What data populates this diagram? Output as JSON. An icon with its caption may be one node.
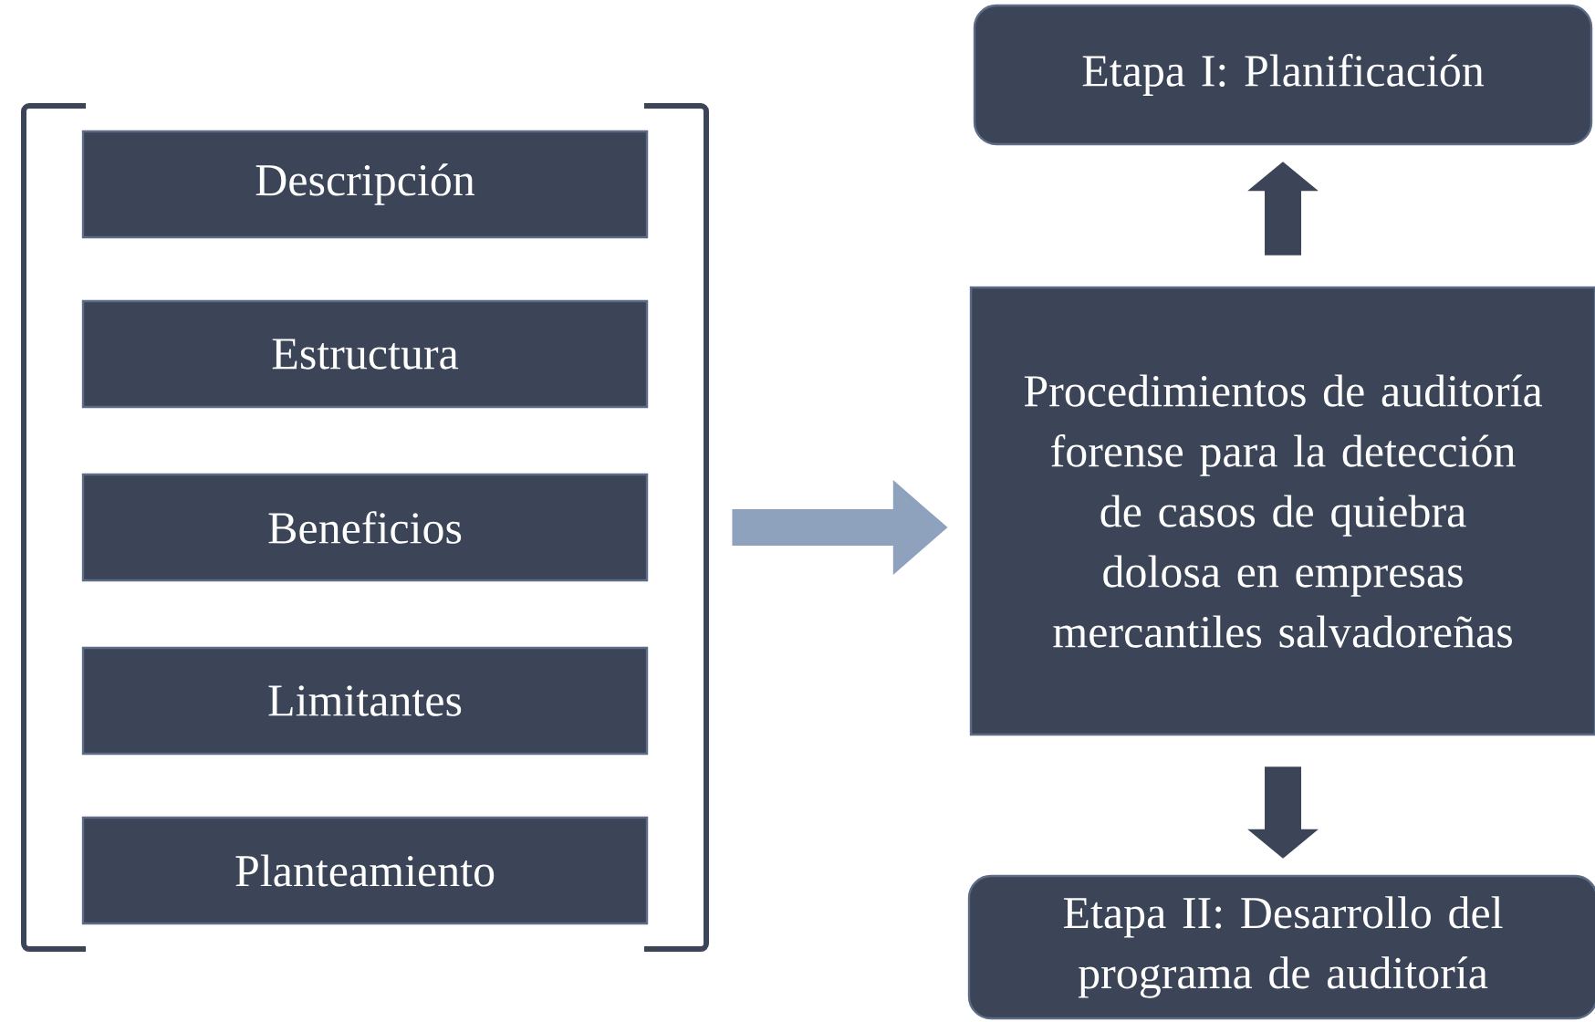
{
  "diagram": {
    "nodes": [
      {
        "text": [],
        "shape": "bracket"
      },
      {
        "text": [
          "Descripción"
        ],
        "in": 0
      },
      {
        "text": [
          "Estructura"
        ],
        "in": 0
      },
      {
        "text": [
          "Beneficios"
        ],
        "in": 0
      },
      {
        "text": [
          "Limitantes"
        ],
        "in": 0
      },
      {
        "text": [
          "Planteamiento"
        ],
        "in": 0
      },
      {
        "text": [
          "Procedimientos de auditoría forense para la detección de casos de quiebra dolosa en empresas mercantiles salvadoreñas"
        ]
      },
      {
        "text": [
          "Etapa I: Planificación"
        ]
      },
      {
        "text": [
          "Etapa II: Desarrollo del programa de auditoría"
        ]
      }
    ],
    "edges": [
      {
        "from": 0,
        "to": 6,
        "arrow": "to",
        "color": "#8ea2bd"
      },
      {
        "from": 6,
        "to": 7,
        "arrow": "to"
      },
      {
        "from": 6,
        "to": 8,
        "arrow": "to"
      }
    ]
  }
}
